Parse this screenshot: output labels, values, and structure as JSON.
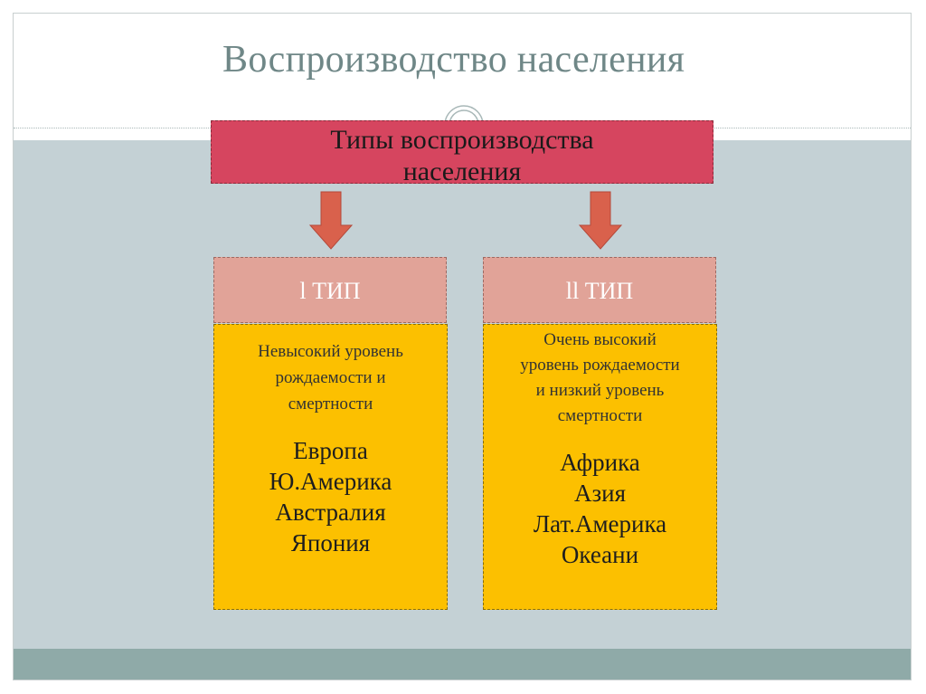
{
  "slide": {
    "title": "Воспроизводство населения"
  },
  "header": {
    "lines": [
      "Типы воспроизводства",
      "населения"
    ]
  },
  "types": [
    {
      "label": "l ТИП",
      "description": [
        "Невысокий уровень",
        "рождаемости и",
        "смертности"
      ],
      "regions": [
        "Европа",
        "Ю.Америка",
        "Австралия",
        "Япония"
      ]
    },
    {
      "label": "ll ТИП",
      "description": [
        "Очень высокий",
        "уровень рождаемости",
        "и низкий уровень",
        "смертности"
      ],
      "regions": [
        "Африка",
        "Азия",
        "Лат.Америка",
        "Океани"
      ]
    }
  ],
  "colors": {
    "header": "#d6455f",
    "type_box": "#e1a398",
    "info_box": "#fcc000",
    "arrow": "#d9614c",
    "background": "#c4d1d5",
    "band": "#8faaa8"
  },
  "icons": {
    "arrow": "arrow-down-icon",
    "ornament": "ring-ornament-icon"
  }
}
